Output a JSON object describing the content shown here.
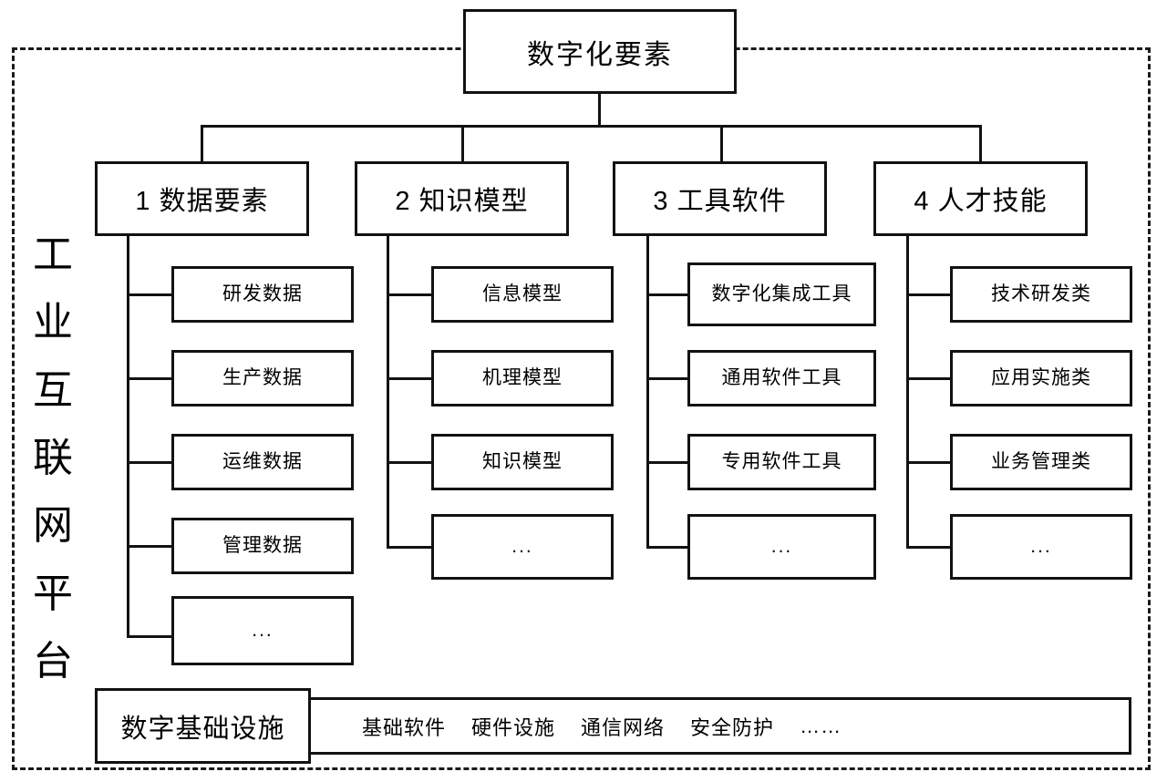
{
  "diagram": {
    "title": "数字化要素",
    "platform_label": "工业互联网平台",
    "platform_label_chars": [
      "工",
      "业",
      "互",
      "联",
      "网",
      "平",
      "台"
    ],
    "categories": [
      {
        "id": 1,
        "label": "1 数据要素",
        "children": [
          "研发数据",
          "生产数据",
          "运维数据",
          "管理数据",
          "..."
        ]
      },
      {
        "id": 2,
        "label": "2 知识模型",
        "children": [
          "信息模型",
          "机理模型",
          "知识模型",
          "..."
        ]
      },
      {
        "id": 3,
        "label": "3 工具软件",
        "children": [
          "数字化集成工具",
          "通用软件工具",
          "专用软件工具",
          "..."
        ]
      },
      {
        "id": 4,
        "label": "4 人才技能",
        "children": [
          "技术研发类",
          "应用实施类",
          "业务管理类",
          "..."
        ]
      }
    ],
    "infrastructure": {
      "label": "数字基础设施",
      "items": [
        "基础软件",
        "硬件设施",
        "通信网络",
        "安全防护",
        "……"
      ]
    },
    "colors": {
      "line": "#121212",
      "frame": "#1a1a1a",
      "background": "#ffffff",
      "text": "#000000"
    }
  }
}
